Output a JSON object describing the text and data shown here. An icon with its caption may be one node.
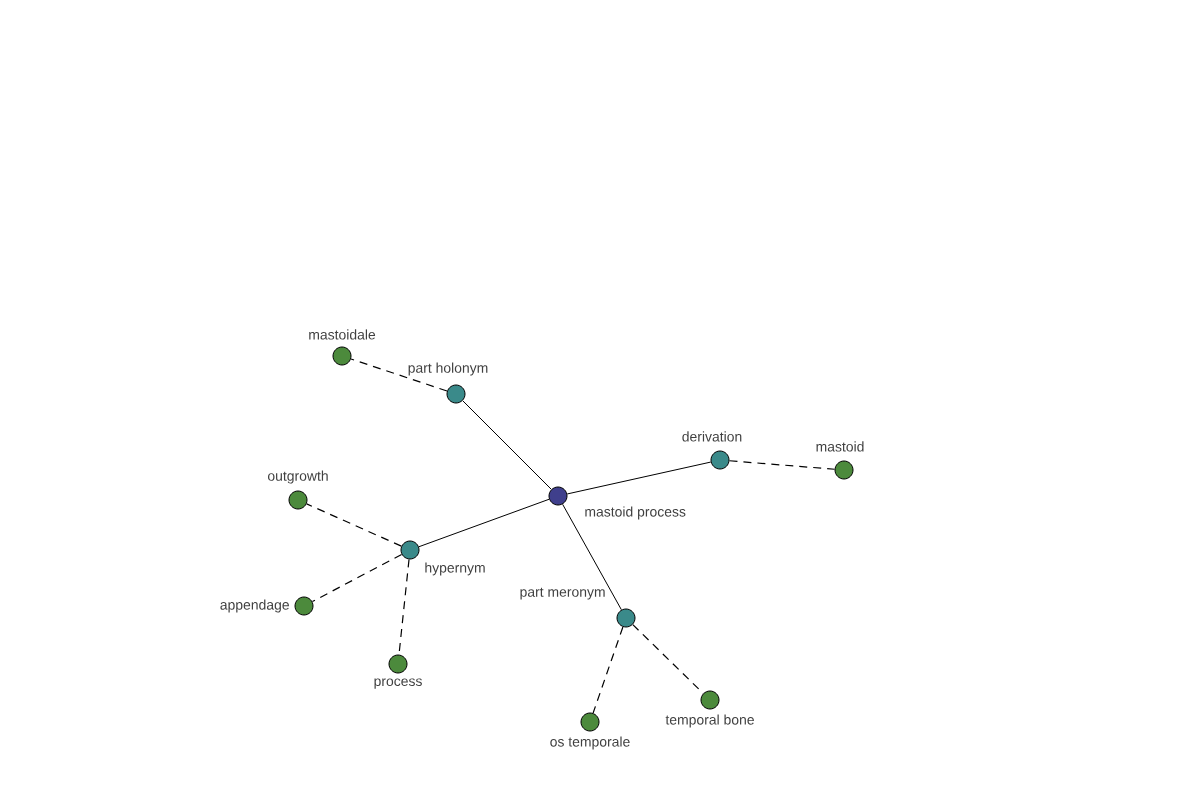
{
  "diagram": {
    "nodes": [
      {
        "text": [
          "mastoid process"
        ]
      },
      {
        "text": [
          "part holonym"
        ]
      },
      {
        "text": [
          "mastoidale"
        ]
      },
      {
        "text": [
          "derivation"
        ]
      },
      {
        "text": [
          "mastoid"
        ]
      },
      {
        "text": [
          "hypernym"
        ]
      },
      {
        "text": [
          "outgrowth"
        ]
      },
      {
        "text": [
          "appendage"
        ]
      },
      {
        "text": [
          "process"
        ]
      },
      {
        "text": [
          "part meronym"
        ]
      },
      {
        "text": [
          "os temporale"
        ]
      },
      {
        "text": [
          "temporal bone"
        ]
      }
    ],
    "edges": [
      {
        "from": 0,
        "to": 1,
        "arrow": "none"
      },
      {
        "from": 1,
        "to": 2,
        "arrow": "none",
        "style": "dashed"
      },
      {
        "from": 0,
        "to": 3,
        "arrow": "none"
      },
      {
        "from": 3,
        "to": 4,
        "arrow": "none",
        "style": "dashed"
      },
      {
        "from": 0,
        "to": 5,
        "arrow": "none"
      },
      {
        "from": 5,
        "to": 6,
        "arrow": "none",
        "style": "dashed"
      },
      {
        "from": 5,
        "to": 7,
        "arrow": "none",
        "style": "dashed"
      },
      {
        "from": 5,
        "to": 8,
        "arrow": "none",
        "style": "dashed"
      },
      {
        "from": 0,
        "to": 9,
        "arrow": "none"
      },
      {
        "from": 9,
        "to": 10,
        "arrow": "none",
        "style": "dashed"
      },
      {
        "from": 9,
        "to": 11,
        "arrow": "none",
        "style": "dashed"
      }
    ]
  }
}
